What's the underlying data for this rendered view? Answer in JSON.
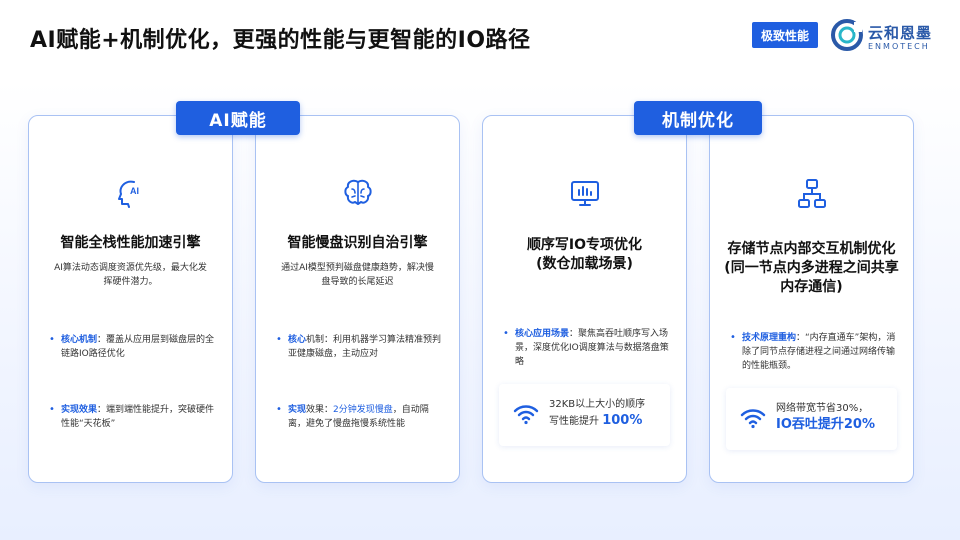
{
  "header": {
    "title": "AI赋能+机制优化，更强的性能与更智能的IO路径",
    "tag_label": "极致性能",
    "logo_text": "云和恩墨",
    "logo_sub": "ENMOTECH"
  },
  "groups": {
    "ai_label": "AI赋能",
    "mech_label": "机制优化"
  },
  "cards": [
    {
      "icon": "ai-head-icon",
      "title": "智能全栈性能加速引擎",
      "desc": "AI算法动态调度资源优先级，最大化发挥硬件潜力。",
      "b1_key": "核心机制",
      "b1_text": "：覆盖从应用层到磁盘层的全链路IO路径优化",
      "b2_key": "实现效果",
      "b2_text": "：端到端性能提升，突破硬件性能“天花板”"
    },
    {
      "icon": "brain-icon",
      "title": "智能慢盘识别自治引擎",
      "desc": "通过AI模型预判磁盘健康趋势，解决慢盘导致的长尾延迟",
      "b1_key": "核心",
      "b1_text": "机制：利用机器学习算法精准预判亚健康磁盘，主动应对",
      "b2_key": "实现",
      "b2_text": "效果：",
      "b2_hl": "2分钟发现慢盘",
      "b2_tail": "，自动隔离，避免了慢盘拖慢系统性能"
    },
    {
      "icon": "monitor-icon",
      "title": "顺序写IO专项优化",
      "title2": "(数仓加载场景)",
      "b1_key": "核心应用场景",
      "b1_text": "：聚焦高吞吐顺序写入场景，深度优化IO调度算法与数据落盘策略",
      "stat_line1": "32KB以上大小的顺序",
      "stat_line2": "写性能提升",
      "stat_big": "100%"
    },
    {
      "icon": "hierarchy-icon",
      "title": "存储节点内部交互机制优化",
      "title2": "(同一节点内多进程之间共享",
      "title3": "内存通信)",
      "b1_key": "技术原理重构",
      "b1_text": "：“内存直通车”架构，消除了同节点存储进程之间通过网络传输的性能瓶颈。",
      "stat_line1": "网络带宽节省30%，",
      "stat_big": "IO吞吐提升20%"
    }
  ],
  "colors": {
    "accent": "#1f5fe0",
    "card_border": "#a9c2f3"
  }
}
